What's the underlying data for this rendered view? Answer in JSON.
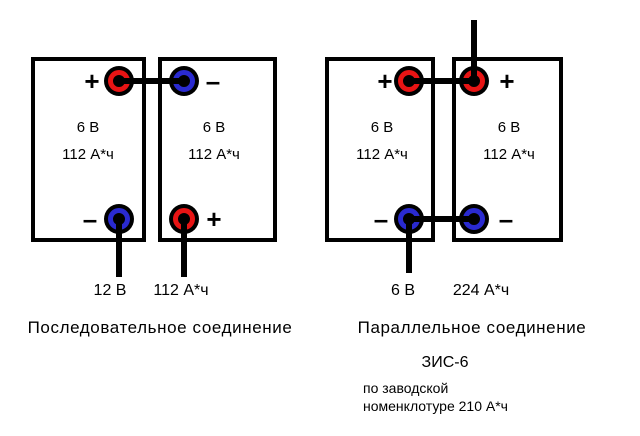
{
  "colors": {
    "red": "#e81414",
    "blue": "#2a2ad0",
    "wire": "#000000",
    "background": "#ffffff"
  },
  "series": {
    "caption": "Последовательное соединение",
    "result": {
      "voltage": "12 В",
      "capacity": "112 А*ч"
    },
    "batteries": [
      {
        "voltage": "6 В",
        "capacity": "112 А*ч",
        "top_polarity": "+",
        "bottom_polarity": "–"
      },
      {
        "voltage": "6 В",
        "capacity": "112 А*ч",
        "top_polarity": "–",
        "bottom_polarity": "+"
      }
    ]
  },
  "parallel": {
    "caption": "Параллельное соединение",
    "result": {
      "voltage": "6 В",
      "capacity": "224 А*ч"
    },
    "batteries": [
      {
        "voltage": "6 В",
        "capacity": "112 А*ч",
        "top_polarity": "+",
        "bottom_polarity": "–"
      },
      {
        "voltage": "6 В",
        "capacity": "112 А*ч",
        "top_polarity": "+",
        "bottom_polarity": "–"
      }
    ]
  },
  "note": {
    "model": "ЗИС-6",
    "line1": "по заводской",
    "line2": "номенклотуре 210 А*ч"
  }
}
